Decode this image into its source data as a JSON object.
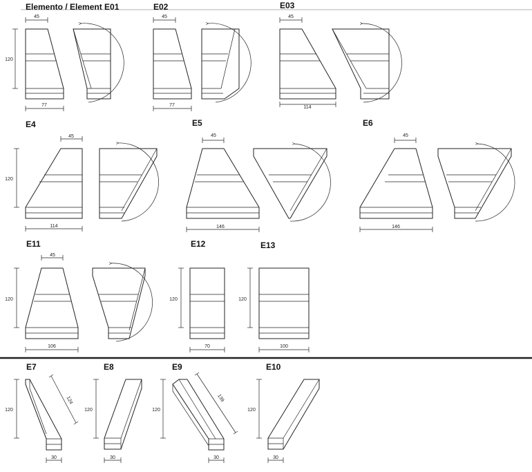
{
  "elements": [
    {
      "id": "e01",
      "title": "Elemento / Element E01",
      "top_width": "45",
      "height": "120",
      "bottom_width": "77"
    },
    {
      "id": "e02",
      "title": "E02",
      "top_width": "45",
      "bottom_width": "77"
    },
    {
      "id": "e03",
      "title": "E03",
      "top_width": "45",
      "bottom_width": "114"
    },
    {
      "id": "e4",
      "title": "E4",
      "top_width": "45",
      "height": "120",
      "bottom_width": "114"
    },
    {
      "id": "e5",
      "title": "E5",
      "top_width": "45",
      "bottom_width": "146"
    },
    {
      "id": "e6",
      "title": "E6",
      "top_width": "45",
      "bottom_width": "146"
    },
    {
      "id": "e11",
      "title": "E11",
      "top_width": "45",
      "height": "120",
      "bottom_width": "106"
    },
    {
      "id": "e12",
      "title": "E12",
      "height": "120",
      "bottom_width": "70"
    },
    {
      "id": "e13",
      "title": "E13",
      "height": "120",
      "bottom_width": "100"
    },
    {
      "id": "e7",
      "title": "E7",
      "height": "120",
      "length": "124",
      "bottom_width": "30"
    },
    {
      "id": "e8",
      "title": "E8",
      "height": "120",
      "bottom_width": "30"
    },
    {
      "id": "e9",
      "title": "E9",
      "height": "120",
      "length": "139",
      "bottom_width": "30"
    },
    {
      "id": "e10",
      "title": "E10",
      "height": "120",
      "bottom_width": "30"
    }
  ]
}
